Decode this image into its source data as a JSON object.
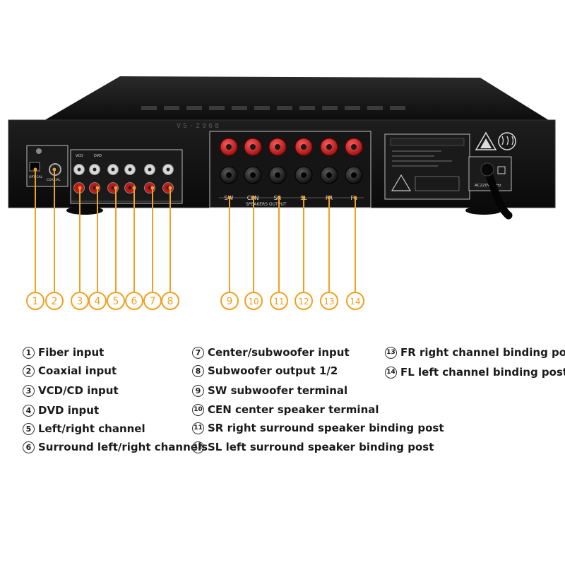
{
  "panel": {
    "model_label": "VS-2968",
    "optical_label": "OPTICAL",
    "coaxial_label": "COAXIAL",
    "input_labels": [
      "VCD",
      "DVD"
    ],
    "speaker_labels": [
      "SW",
      "CEN",
      "SR",
      "SL",
      "FR",
      "FL"
    ],
    "speakers_output_label": "SPEAKERS OUTPUT",
    "power_label": "AC220V 50Hz"
  },
  "callouts": [
    {
      "num": "1",
      "color": "#f0a020"
    },
    {
      "num": "2",
      "color": "#f0a020"
    },
    {
      "num": "3",
      "color": "#f0a020"
    },
    {
      "num": "4",
      "color": "#f0a020"
    },
    {
      "num": "5",
      "color": "#f0a020"
    },
    {
      "num": "6",
      "color": "#f0a020"
    },
    {
      "num": "7",
      "color": "#f0a020"
    },
    {
      "num": "8",
      "color": "#f0a020"
    },
    {
      "num": "9",
      "color": "#f0a020"
    },
    {
      "num": "10",
      "color": "#f0a020"
    },
    {
      "num": "11",
      "color": "#f0a020"
    },
    {
      "num": "12",
      "color": "#f0a020"
    },
    {
      "num": "13",
      "color": "#f0a020"
    },
    {
      "num": "14",
      "color": "#f0a020"
    }
  ],
  "legend": [
    {
      "num": "1",
      "text": "Fiber input"
    },
    {
      "num": "2",
      "text": "Coaxial input"
    },
    {
      "num": "3",
      "text": "VCD/CD input"
    },
    {
      "num": "4",
      "text": "DVD input"
    },
    {
      "num": "5",
      "text": "Left/right channel"
    },
    {
      "num": "6",
      "text": "Surround left/right channels"
    },
    {
      "num": "7",
      "text": "Center/subwoofer input"
    },
    {
      "num": "8",
      "text": "Subwoofer output 1/2"
    },
    {
      "num": "9",
      "text": "SW subwoofer terminal"
    },
    {
      "num": "10",
      "text": "CEN center speaker terminal"
    },
    {
      "num": "11",
      "text": "SR right surround speaker binding post"
    },
    {
      "num": "12",
      "text": "SL left surround speaker binding post"
    },
    {
      "num": "13",
      "text": "FR right channel binding post"
    },
    {
      "num": "14",
      "text": "FL left channel binding post"
    }
  ],
  "colors": {
    "callout": "#f0a020",
    "chassis": "#141414",
    "red_terminal": "#cc1b1b",
    "rca_red": "#c21717"
  }
}
